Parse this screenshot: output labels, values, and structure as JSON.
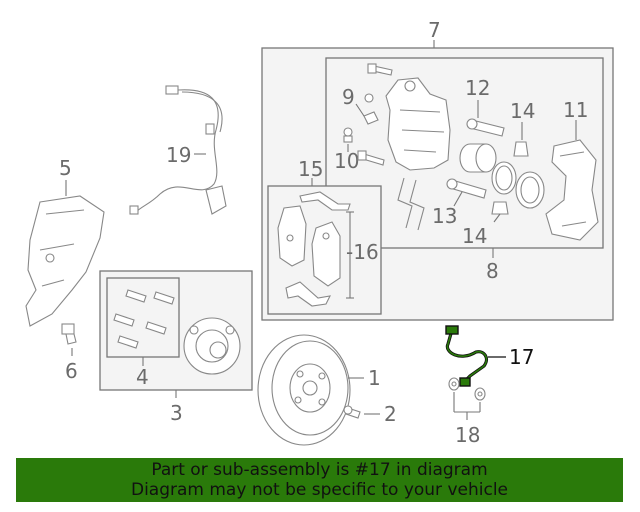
{
  "callouts": {
    "c1": "1",
    "c2": "2",
    "c3": "3",
    "c4": "4",
    "c5": "5",
    "c6": "6",
    "c7": "7",
    "c8": "8",
    "c9": "9",
    "c10": "10",
    "c11": "11",
    "c12": "12",
    "c13": "13",
    "c14a": "14",
    "c14b": "14",
    "c15": "15",
    "c16": "-16",
    "c17": "17",
    "c18": "18",
    "c19": "19"
  },
  "banner": {
    "line1": "Part or sub-assembly is #17 in diagram",
    "line2": "Diagram may not be specific to your vehicle",
    "color": "#2a7a0a"
  },
  "highlight_part": "17",
  "highlight_color": "#2a7a0a"
}
